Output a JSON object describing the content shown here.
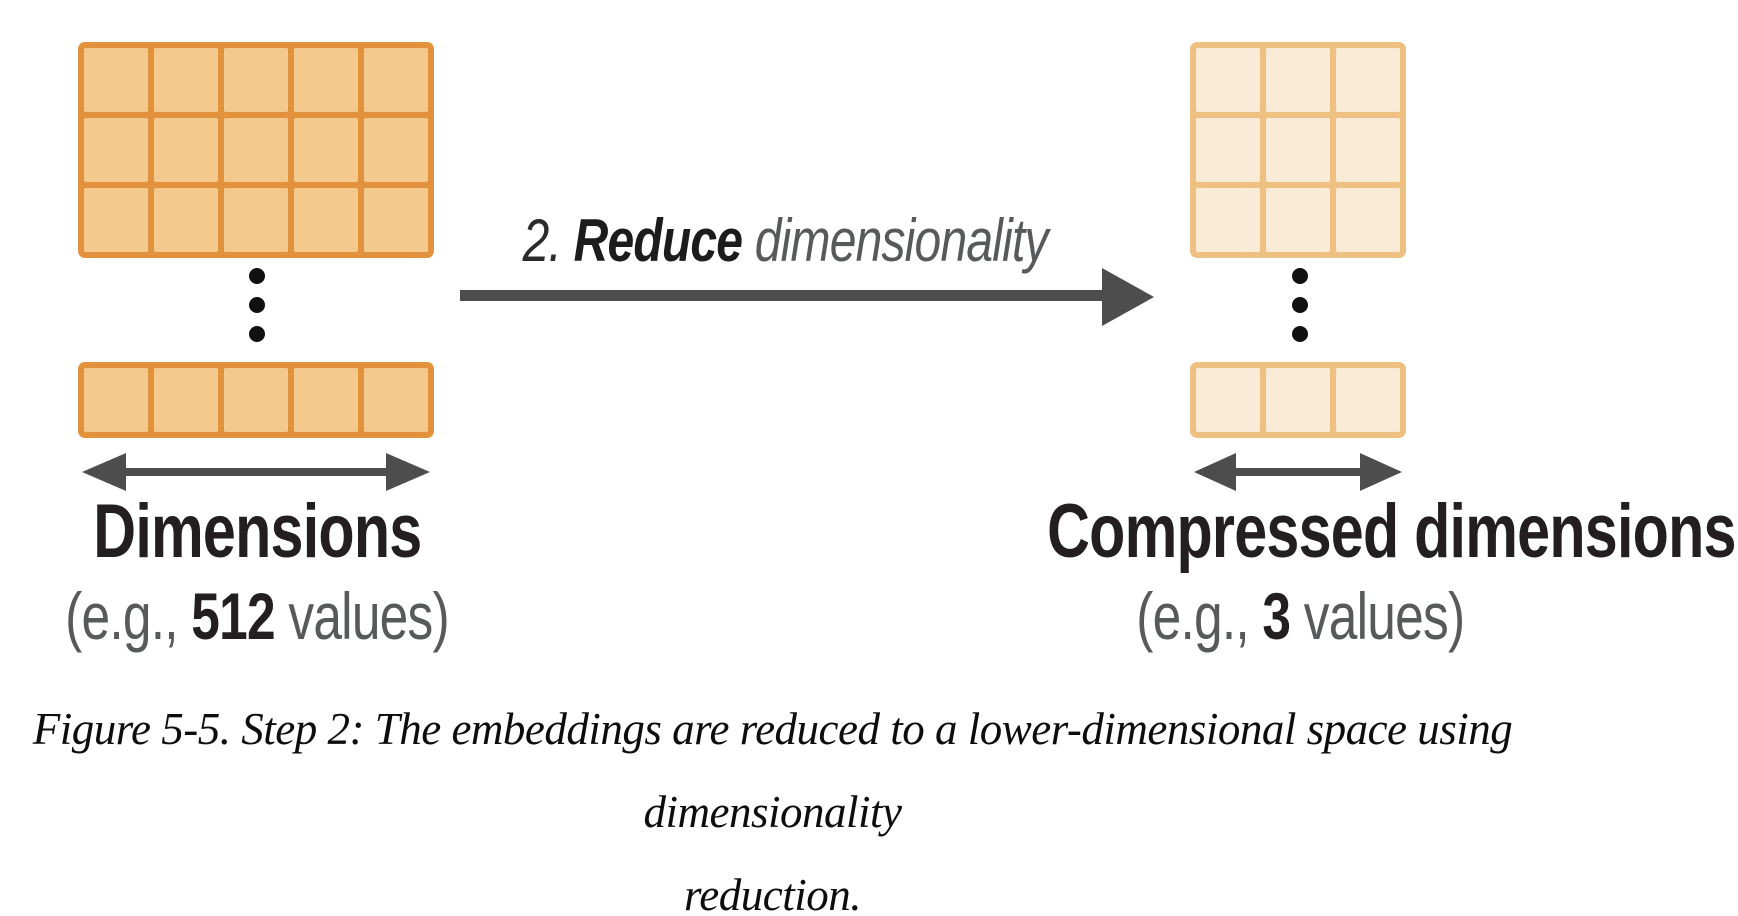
{
  "colors": {
    "full_border": "#e2923c",
    "full_fill": "#f4c98e",
    "compressed_border": "#eec183",
    "compressed_fill": "#faebd6",
    "arrow": "#4d4d4d",
    "text_dark": "#231f20",
    "text_gray": "#58595b"
  },
  "left": {
    "matrix": {
      "cols": 5,
      "rows": 3,
      "style": "full"
    },
    "row": {
      "cols": 5,
      "rows": 1,
      "style": "full"
    },
    "ellipsis_dots": 3,
    "label": "Dimensions",
    "example_prefix": "(e.g., ",
    "example_value": "512",
    "example_suffix": " values)"
  },
  "step": {
    "prefix": "2. ",
    "action": "Reduce",
    "object": " dimensionality"
  },
  "right": {
    "matrix": {
      "cols": 3,
      "rows": 3,
      "style": "compressed"
    },
    "row": {
      "cols": 3,
      "rows": 1,
      "style": "compressed"
    },
    "ellipsis_dots": 3,
    "label": "Compressed dimensions",
    "example_prefix": "(e.g., ",
    "example_value": "3",
    "example_suffix": " values)"
  },
  "caption": {
    "line1": "Figure 5-5. Step 2: The embeddings are reduced to a lower-dimensional space using dimensionality",
    "line2": "reduction."
  }
}
